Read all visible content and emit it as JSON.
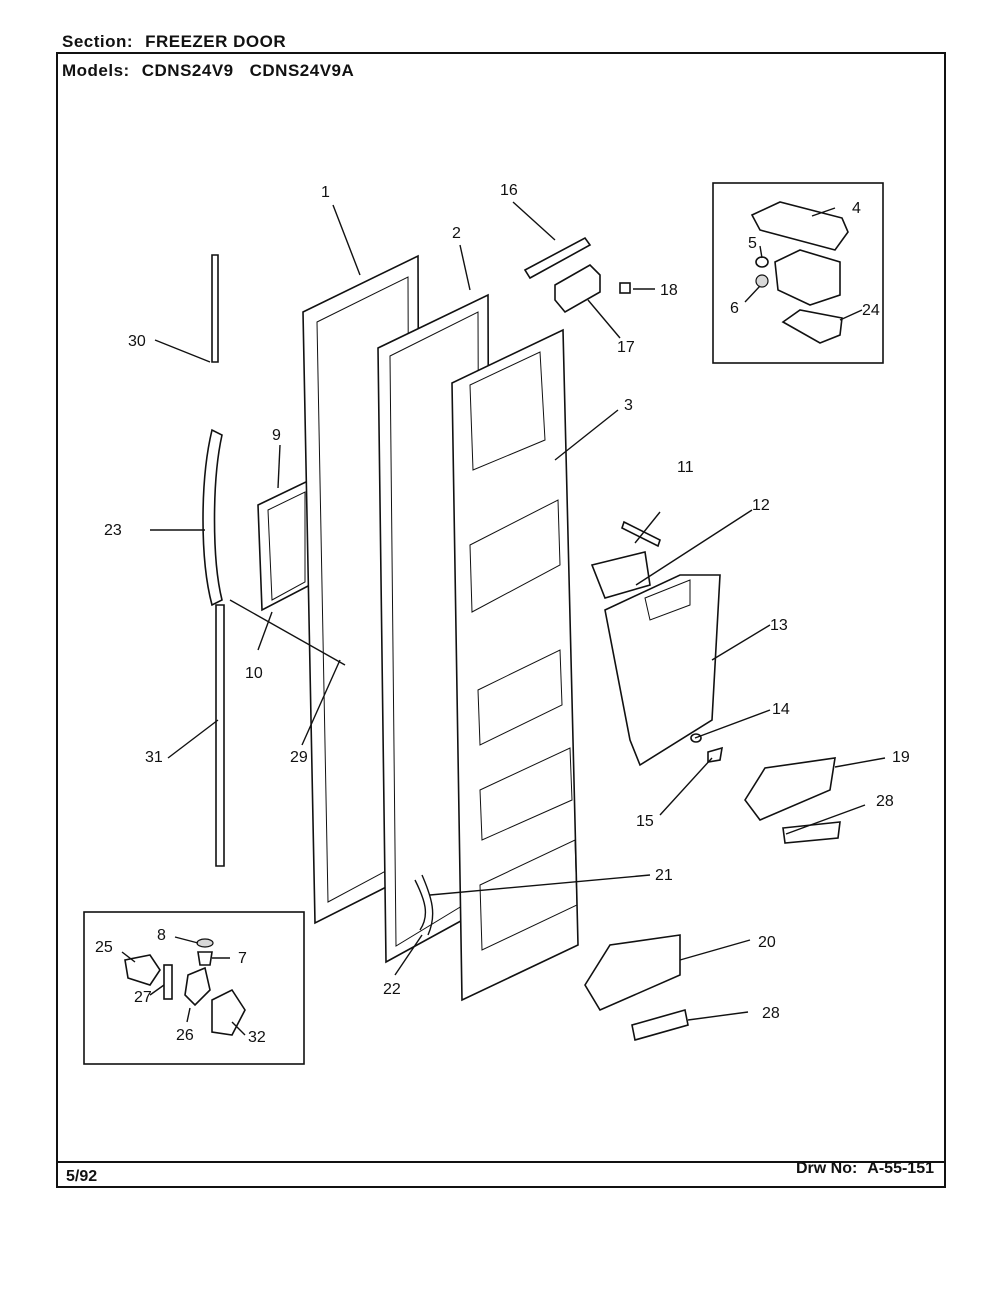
{
  "header": {
    "section_label": "Section:",
    "section_value": "FREEZER DOOR",
    "models_label": "Models:",
    "models": [
      "CDNS24V9",
      "CDNS24V9A"
    ]
  },
  "footer": {
    "date": "5/92",
    "drawing_label": "Drw No:",
    "drawing_number": "A-55-151"
  },
  "callouts": [
    "1",
    "2",
    "3",
    "4",
    "5",
    "6",
    "7",
    "8",
    "9",
    "10",
    "11",
    "12",
    "13",
    "14",
    "15",
    "16",
    "17",
    "18",
    "19",
    "20",
    "21",
    "22",
    "23",
    "24",
    "25",
    "26",
    "27",
    "28",
    "28",
    "29",
    "30",
    "31",
    "32"
  ]
}
